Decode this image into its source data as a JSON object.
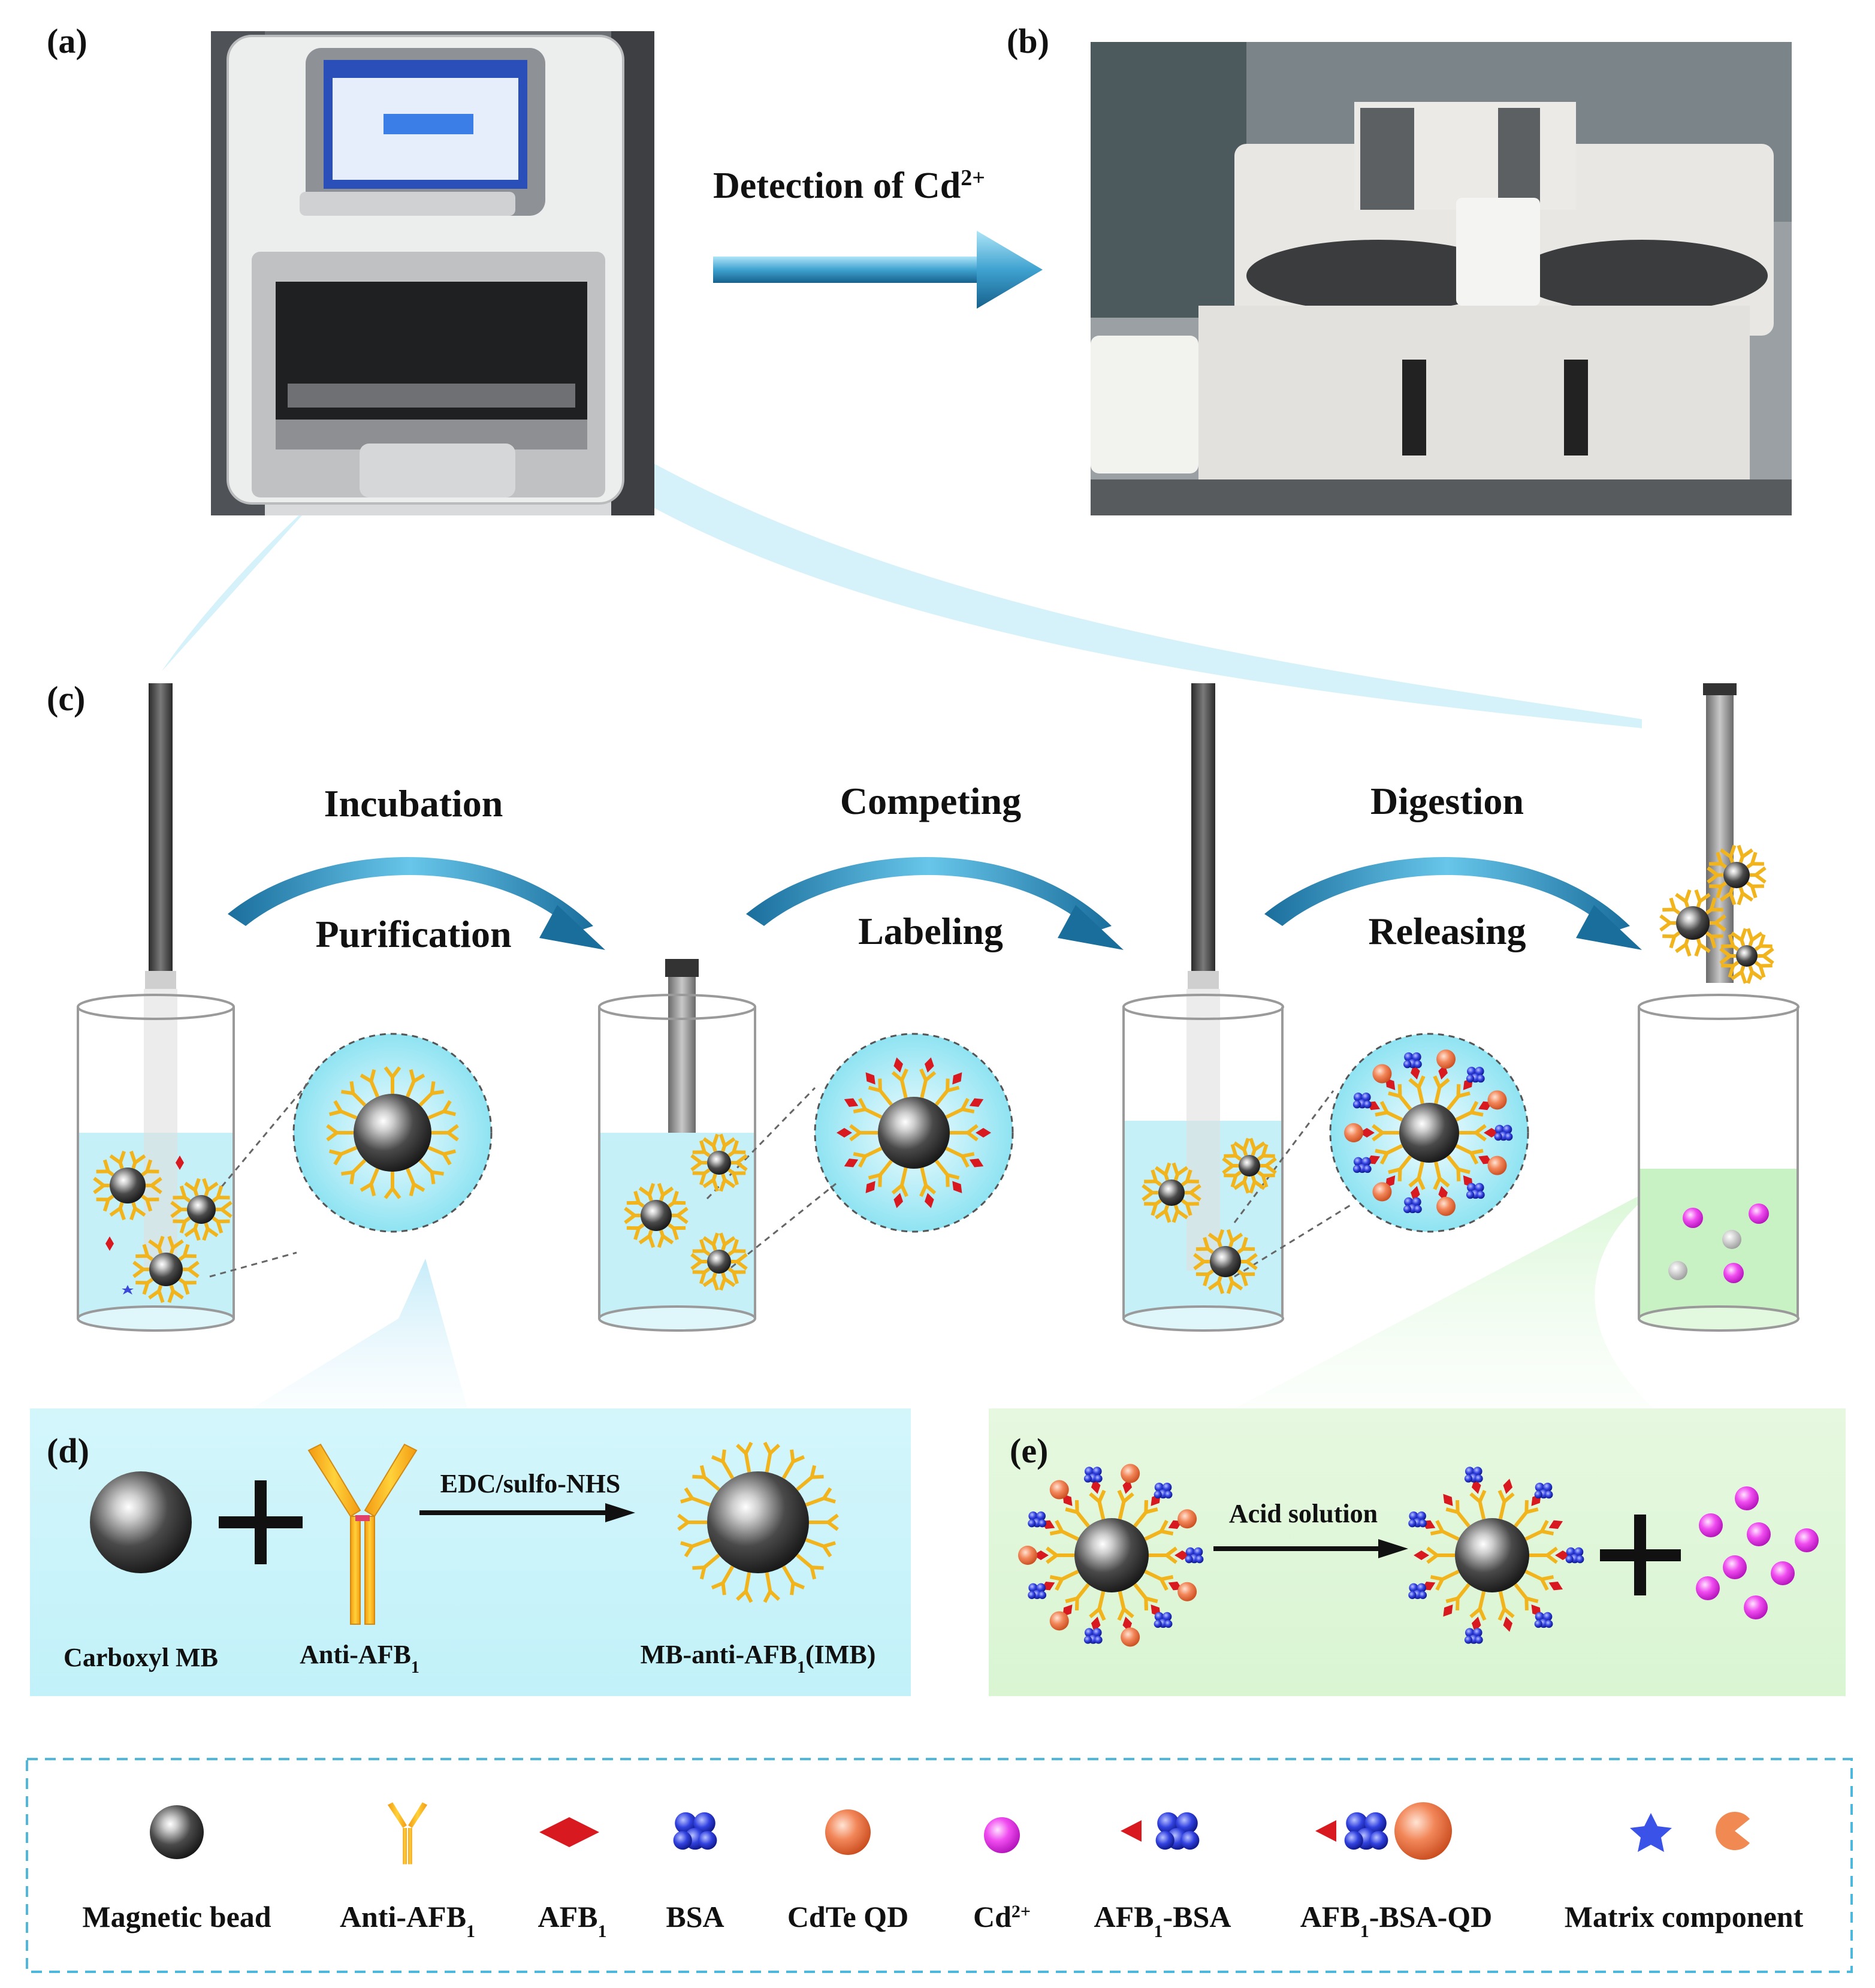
{
  "panels": {
    "a": "(a)",
    "b": "(b)",
    "c": "(c)",
    "d": "(d)",
    "e": "(e)"
  },
  "top_arrow": {
    "text": "Detection of Cd",
    "sup": "2+"
  },
  "steps": [
    {
      "top": "Incubation",
      "bottom": "Purification"
    },
    {
      "top": "Competing",
      "bottom": "Labeling"
    },
    {
      "top": "Digestion",
      "bottom": "Releasing"
    }
  ],
  "panel_d": {
    "reaction": "EDC/sulfo-NHS",
    "carboxyl": "Carboxyl MB",
    "anti": {
      "text": "Anti-AFB",
      "sub": "1"
    },
    "product": {
      "pre": "MB-anti-AFB",
      "sub": "1",
      "post": "(IMB)"
    }
  },
  "panel_e": {
    "reaction": "Acid solution"
  },
  "legend": [
    {
      "text": "Magnetic bead",
      "sub": "",
      "after": "",
      "sup": ""
    },
    {
      "text": "Anti-AFB",
      "sub": "1",
      "after": "",
      "sup": ""
    },
    {
      "text": "AFB",
      "sub": "1",
      "after": "",
      "sup": ""
    },
    {
      "text": "BSA",
      "sub": "",
      "after": "",
      "sup": ""
    },
    {
      "text": "CdTe QD",
      "sub": "",
      "after": "",
      "sup": ""
    },
    {
      "text": "Cd",
      "sub": "",
      "after": "",
      "sup": "2+"
    },
    {
      "text": "AFB",
      "sub": "1",
      "after": "-BSA",
      "sup": ""
    },
    {
      "text": "AFB",
      "sub": "1",
      "after": "-BSA-QD",
      "sup": ""
    },
    {
      "text": "Matrix component",
      "sub": "",
      "after": "",
      "sup": ""
    }
  ],
  "colors": {
    "arrow_blue": "#2a8fc0",
    "solution_blue": "#c8f0f8",
    "solution_green": "#c9f2c4",
    "afb_red": "#d8191f",
    "bsa_blue": "#2233cc",
    "qd_orange": "#f07a4a",
    "cd_magenta": "#ee33ee",
    "antibody_yellow": "#f5b51a"
  },
  "icons": [
    "magnetic-bead-icon",
    "antibody-icon",
    "afb1-diamond-icon",
    "bsa-cluster-icon",
    "cdte-qd-icon",
    "cd-ion-icon",
    "afb1-bsa-icon",
    "afb1-bsa-qd-icon",
    "matrix-star-icon",
    "matrix-pacman-icon"
  ]
}
